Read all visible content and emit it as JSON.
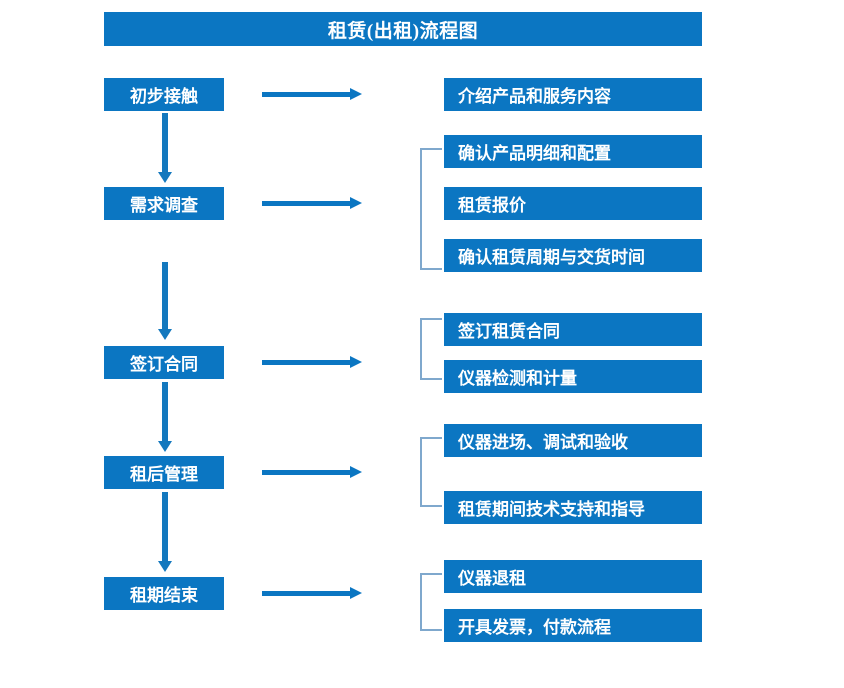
{
  "page": {
    "title": "租赁(出租)流程图",
    "accent_color": "#0B76C2",
    "bracket_color": "#7FA8CD",
    "text_color": "#FFFFFF",
    "background_color": "#FFFFFF"
  },
  "chart_data": {
    "type": "diagram",
    "title": "租赁(出租)流程图",
    "stages": [
      {
        "label": "初步接触",
        "details": [
          "介绍产品和服务内容"
        ]
      },
      {
        "label": "需求调查",
        "details": [
          "确认产品明细和配置",
          "租赁报价",
          "确认租赁周期与交货时间"
        ]
      },
      {
        "label": "签订合同",
        "details": [
          "签订租赁合同",
          "仪器检测和计量"
        ]
      },
      {
        "label": "租后管理",
        "details": [
          "仪器进场、调试和验收",
          "租赁期间技术支持和指导"
        ]
      },
      {
        "label": "租期结束",
        "details": [
          "仪器退租",
          "开具发票，付款流程"
        ]
      }
    ]
  },
  "stages": [
    {
      "label": "初步接触"
    },
    {
      "label": "需求调查"
    },
    {
      "label": "签订合同"
    },
    {
      "label": "租后管理"
    },
    {
      "label": "租期结束"
    }
  ],
  "details": [
    {
      "label": "介绍产品和服务内容"
    },
    {
      "label": "确认产品明细和配置"
    },
    {
      "label": "租赁报价"
    },
    {
      "label": "确认租赁周期与交货时间"
    },
    {
      "label": "签订租赁合同"
    },
    {
      "label": "仪器检测和计量"
    },
    {
      "label": "仪器进场、调试和验收"
    },
    {
      "label": "租赁期间技术支持和指导"
    },
    {
      "label": "仪器退租"
    },
    {
      "label": "开具发票，付款流程"
    }
  ]
}
